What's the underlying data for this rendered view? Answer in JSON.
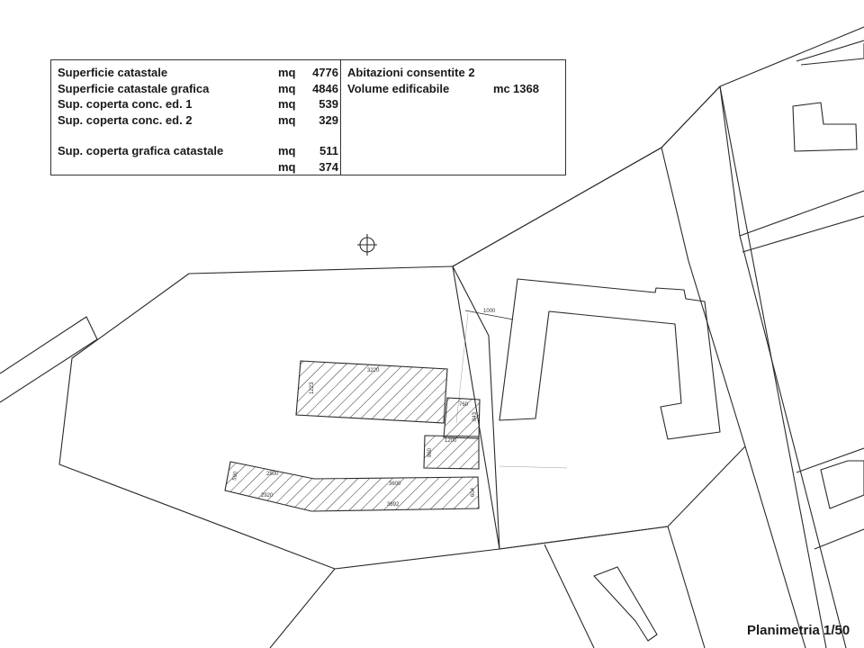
{
  "table": {
    "left_rows": [
      {
        "label": "Superficie catastale",
        "unit": "mq",
        "value": "4776"
      },
      {
        "label": "Superficie catastale grafica",
        "unit": "mq",
        "value": "4846"
      },
      {
        "label": "Sup. coperta conc. ed. 1",
        "unit": "mq",
        "value": "539"
      },
      {
        "label": "Sup. coperta conc. ed. 2",
        "unit": "mq",
        "value": "329"
      },
      {
        "label": "Sup. coperta grafica catastale",
        "unit": "mq",
        "value": "511"
      },
      {
        "label": "",
        "unit": "mq",
        "value": "374"
      }
    ],
    "right_rows": [
      {
        "label": "Abitazioni consentite 2",
        "unit": "",
        "value": ""
      },
      {
        "label": "Volume edificabile",
        "unit": "mc",
        "value": "1368"
      }
    ]
  },
  "dimensions": {
    "d1000": "1000",
    "d3220": "3220",
    "d1223": "1223",
    "d760": "760",
    "d843": "843",
    "d1200": "1200",
    "d860": "860",
    "d590": "590",
    "d2500": "2500",
    "d2920": "2920",
    "d3600": "3600",
    "d3892": "3892",
    "d604": "604"
  },
  "footer": {
    "scale_label": "Planimetria 1/50"
  },
  "colors": {
    "line": "#2a2a2a",
    "hatch_fill": "#f2f2f2",
    "text": "#1a1a1a"
  },
  "icons": {
    "north": "north-marker-icon"
  }
}
